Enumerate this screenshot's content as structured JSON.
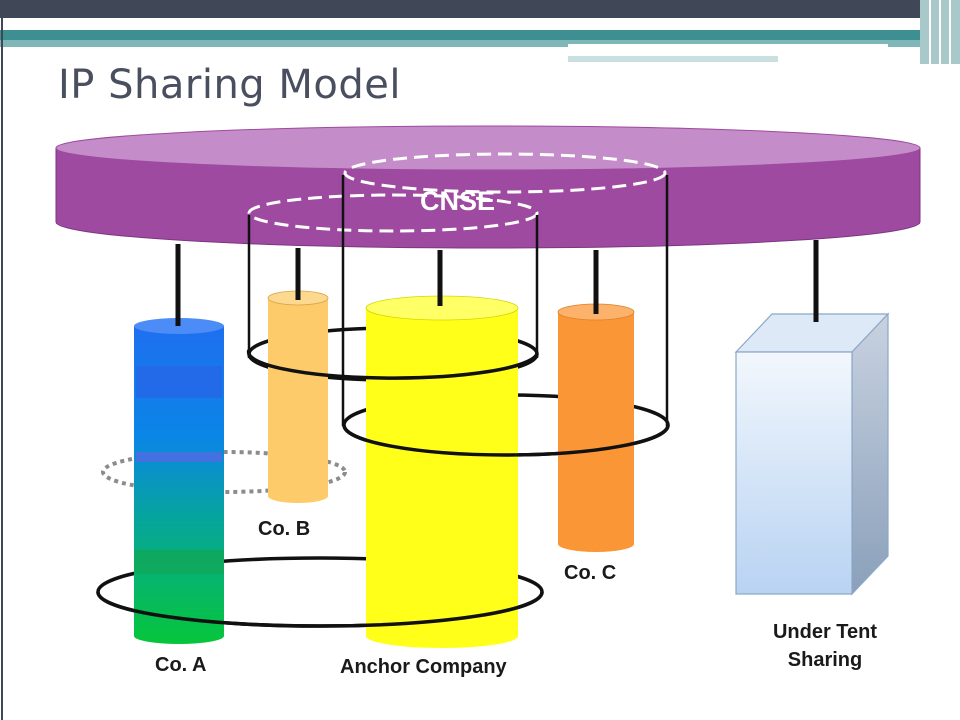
{
  "slide": {
    "title": "IP Sharing Model",
    "platform_label": "CNSE",
    "companies": {
      "co_a": "Co. A",
      "co_b": "Co. B",
      "co_c": "Co. C",
      "anchor": "Anchor Company"
    },
    "under_tent": {
      "line1": "Under Tent",
      "line2": "Sharing"
    }
  },
  "colors": {
    "platform": "#9e4aa0",
    "platform_top": "#c48cc8",
    "co_a_top": "#1f6ff0",
    "co_a_bottom": "#06c63a",
    "co_b": "#fecb6b",
    "co_c": "#fb9636",
    "anchor": "#ffff1a",
    "tent_box": "#c6dcf4",
    "title_text": "#4a4f5f",
    "header_bar": "#404858",
    "header_accent": "#3d8f91"
  }
}
